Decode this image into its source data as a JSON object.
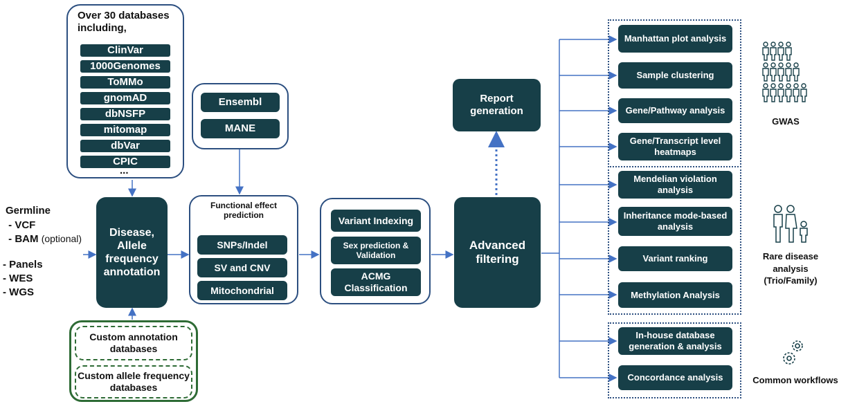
{
  "databases": {
    "header": "Over 30 databases including,",
    "items": [
      "ClinVar",
      "1000Genomes",
      "ToMMo",
      "gnomAD",
      "dbNSFP",
      "mitomap",
      "dbVar",
      "CPIC"
    ],
    "more": "..."
  },
  "inputs": {
    "germline": "Germline",
    "vcf": "VCF",
    "bam": "BAM",
    "bam_note": "(optional)",
    "panels": "Panels",
    "wes": "WES",
    "wgs": "WGS"
  },
  "annotation": {
    "label": "Disease, Allele frequency annotation"
  },
  "custom": {
    "annotation_db": "Custom annotation databases",
    "allele_db": "Custom allele frequency databases"
  },
  "transcripts": {
    "items": [
      "Ensembl",
      "MANE"
    ]
  },
  "functional": {
    "title": "Functional effect prediction",
    "items": [
      "SNPs/Indel",
      "SV and CNV",
      "Mitochondrial"
    ]
  },
  "variant": {
    "indexing": "Variant Indexing",
    "sex": "Sex prediction & Validation",
    "acmg": "ACMG Classification"
  },
  "report": "Report generation",
  "filtering": "Advanced filtering",
  "gwas": {
    "items": [
      "Manhattan plot analysis",
      "Sample clustering",
      "Gene/Pathway analysis",
      "Gene/Transcript level heatmaps"
    ],
    "label": "GWAS"
  },
  "rare": {
    "items": [
      "Mendelian violation analysis",
      "Inheritance mode-based analysis",
      "Variant ranking",
      "Methylation Analysis"
    ],
    "label": "Rare disease analysis (Trio/Family)"
  },
  "common": {
    "items": [
      "In-house database generation & analysis",
      "Concordance analysis"
    ],
    "label": "Common workflows"
  },
  "colors": {
    "dark": "#173f48",
    "line": "#4472c4",
    "outline": "#2c4f80",
    "green": "#2e6b35"
  },
  "icons": {
    "gwas": "crowd-icon",
    "rare": "family-icon",
    "common": "gears-icon"
  }
}
